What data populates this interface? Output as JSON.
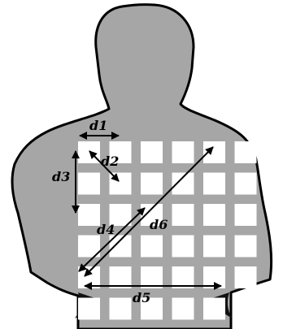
{
  "figure": {
    "labels": {
      "d1": "d1",
      "d2": "d2",
      "d3": "d3",
      "d4": "d4",
      "d5": "d5",
      "d6": "d6"
    },
    "grid": {
      "rows": 6,
      "cols": 6
    },
    "colors": {
      "body_fill": "#a6a6a6",
      "body_outline": "#000000",
      "electrode": "#ffffff",
      "arrow": "#000000"
    }
  }
}
